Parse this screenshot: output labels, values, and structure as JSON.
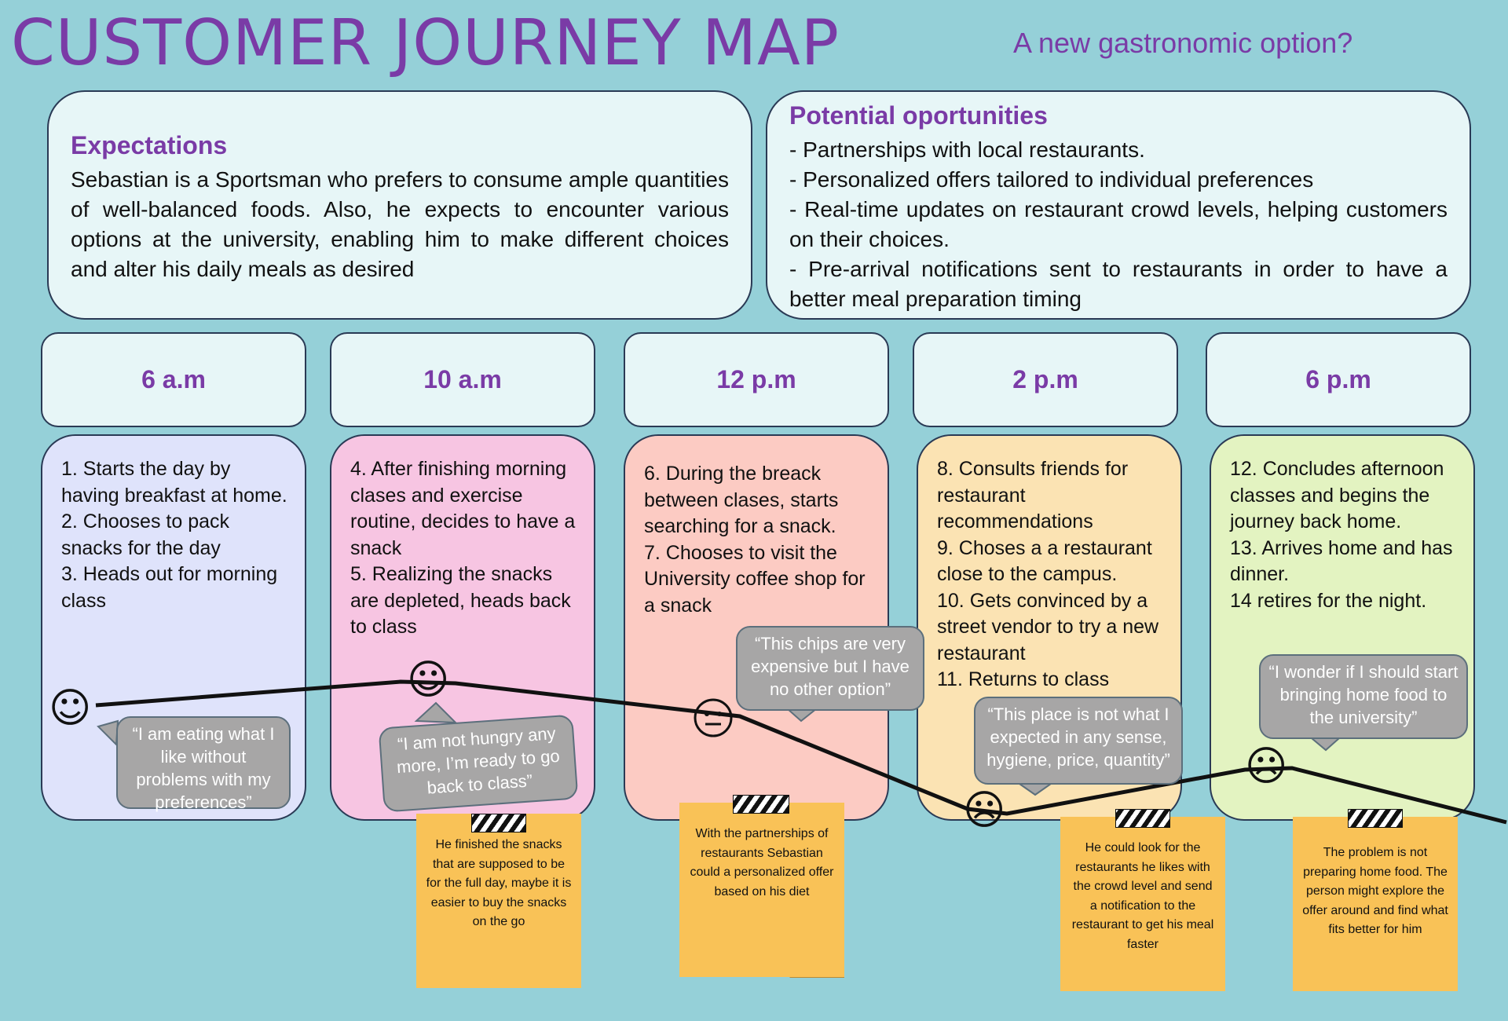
{
  "title": "CUSTOMER JOURNEY MAP",
  "subtitle": "A new gastronomic option?",
  "expectations": {
    "heading": "Expectations",
    "text": "Sebastian is a Sportsman who prefers to consume ample quantities of well-balanced foods. Also, he expects to encounter various options at the university, enabling him to make different choices and alter his daily meals as desired"
  },
  "opportunities": {
    "heading": "Potential oportunities",
    "items": [
      "- Partnerships with local restaurants.",
      "- Personalized offers tailored to individual preferences",
      "- Real-time updates on restaurant crowd levels, helping customers on their choices.",
      "- Pre-arrival notifications sent to restaurants in order to have a better meal preparation timing"
    ]
  },
  "stages": [
    {
      "time": "6 a.m",
      "color": "#dfe3fb",
      "steps": [
        "1. Starts the day by having breakfast at home.",
        "2. Chooses to pack snacks for the day",
        "3. Heads out for morning class"
      ]
    },
    {
      "time": "10 a.m",
      "color": "#f7c5e2",
      "steps": [
        "4. After finishing morning clases and exercise routine, decides to have a snack",
        "5. Realizing the snacks are depleted, heads back to class"
      ]
    },
    {
      "time": "12 p.m",
      "color": "#fccbc3",
      "steps": [
        "6. During the breack between clases, starts searching for a snack.",
        "7. Chooses to visit the University coffee shop for a snack"
      ]
    },
    {
      "time": "2 p.m",
      "color": "#fbe3b3",
      "steps": [
        "8. Consults friends for restaurant recommendations",
        "9. Choses a a restaurant close to the campus.",
        "10. Gets convinced by a street vendor to try a new restaurant",
        "11. Returns to class"
      ]
    },
    {
      "time": "6 p.m",
      "color": "#e3f3c1",
      "steps": [
        "12. Concludes afternoon classes and begins the journey back home.",
        "13. Arrives home and has dinner.",
        "14 retires for the night."
      ]
    }
  ],
  "emotions": [
    {
      "face": "☺",
      "mood": "happy"
    },
    {
      "face": "☺",
      "mood": "happy"
    },
    {
      "face": "😐",
      "mood": "neutral"
    },
    {
      "face": "☹",
      "mood": "sad"
    },
    {
      "face": "☹",
      "mood": "sad"
    }
  ],
  "quotes": [
    "“I am eating what I like without problems with my preferences”",
    "“I am not hungry any more, I’m ready to go back to class”",
    "“This chips are very expensive but I have no other option”",
    "“This place is not what I expected in any sense, hygiene, price, quantity”",
    "“I wonder if I should start bringing home food to the university”"
  ],
  "notes": [
    "He finished the snacks that are supposed to be for the full day, maybe it is easier to buy the snacks on the go",
    "With the partnerships of restaurants Sebastian could a personalized offer based on his diet",
    "He could look for the restaurants he likes with the crowd level and send a notification to the restaurant to get his meal faster",
    "The problem is not preparing home food. The person might explore the offer around and find what fits better for him"
  ],
  "colors": {
    "accent": "#7a3ba6",
    "background": "#95d0d8",
    "panel": "#e7f6f7",
    "bubble": "#a7a6a6",
    "note": "#f9c257"
  }
}
